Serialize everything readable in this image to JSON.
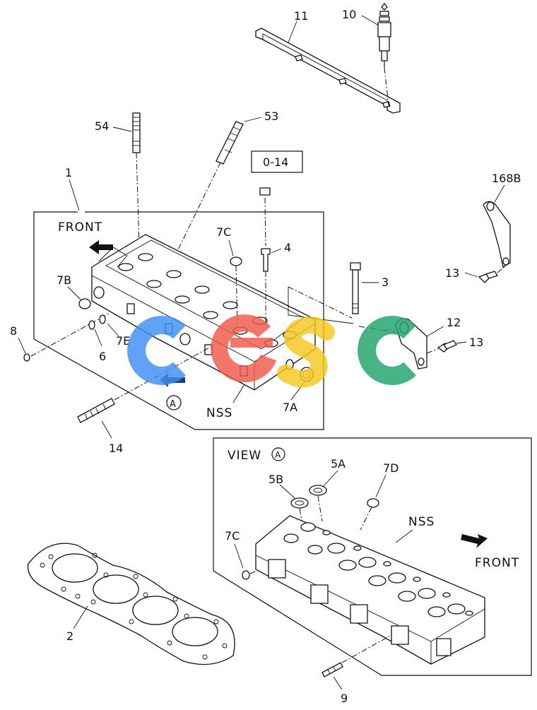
{
  "labels": {
    "l11": "11",
    "l10": "10",
    "l54": "54",
    "l53": "53",
    "l0_14": "0-14",
    "l1": "1",
    "l168b": "168B",
    "front_top": "FRONT",
    "l7c_top": "7C",
    "l4": "4",
    "l3": "3",
    "l13a": "13",
    "l7b": "7B",
    "l8": "8",
    "l7e": "7E",
    "l6": "6",
    "l12": "12",
    "l13b": "13",
    "circle_a": "A",
    "nss_top": "NSS",
    "l7a": "7A",
    "l14": "14",
    "view_a": "VIEW",
    "view_circle": "A",
    "l5b": "5B",
    "l5a": "5A",
    "l7d": "7D",
    "l7c_bot": "7C",
    "nss_bot": "NSS",
    "front_bot": "FRONT",
    "l2": "2",
    "l9": "9"
  },
  "watermark": {
    "letters": [
      "c",
      "e",
      "s",
      "c"
    ],
    "colors": [
      "#3d8ef0",
      "#f05a4a",
      "#f5c81e",
      "#1fa36a"
    ]
  },
  "icons": [
    "front-arrow-icon",
    "view-arrow-icon",
    "glow-plug-icon",
    "stud-bolt-icon"
  ]
}
